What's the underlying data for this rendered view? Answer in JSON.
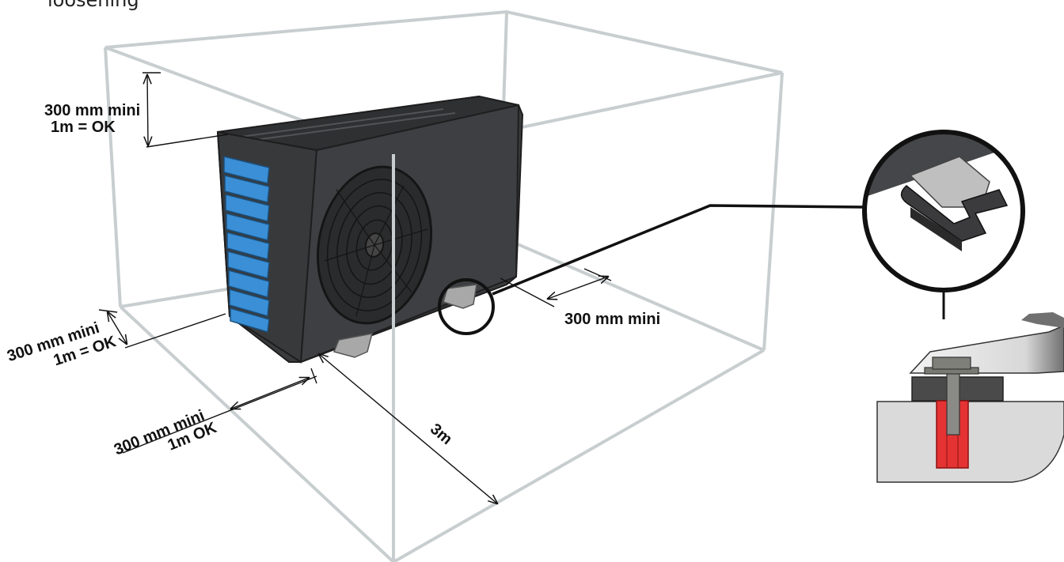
{
  "caption": {
    "text": "loosening"
  },
  "dimensions": {
    "top_clearance": {
      "line1": "300 mm mini",
      "line2": "1m = OK"
    },
    "left_clearance": {
      "line1": "300 mm mini",
      "line2": "1m = OK"
    },
    "rear_clearance": {
      "line1": "300 mm mini",
      "line2": "1m OK"
    },
    "side_clearance": {
      "line1": "300 mm mini"
    },
    "front_clearance": {
      "line1": "3m"
    }
  },
  "colors": {
    "box_outline": "#c8cecf",
    "unit_body": "#3a3b3d",
    "unit_dark": "#2b2c2e",
    "grille_blue": "#3a8fd6",
    "bolt_red": "#e53333",
    "bracket": "#a8a8a8"
  }
}
